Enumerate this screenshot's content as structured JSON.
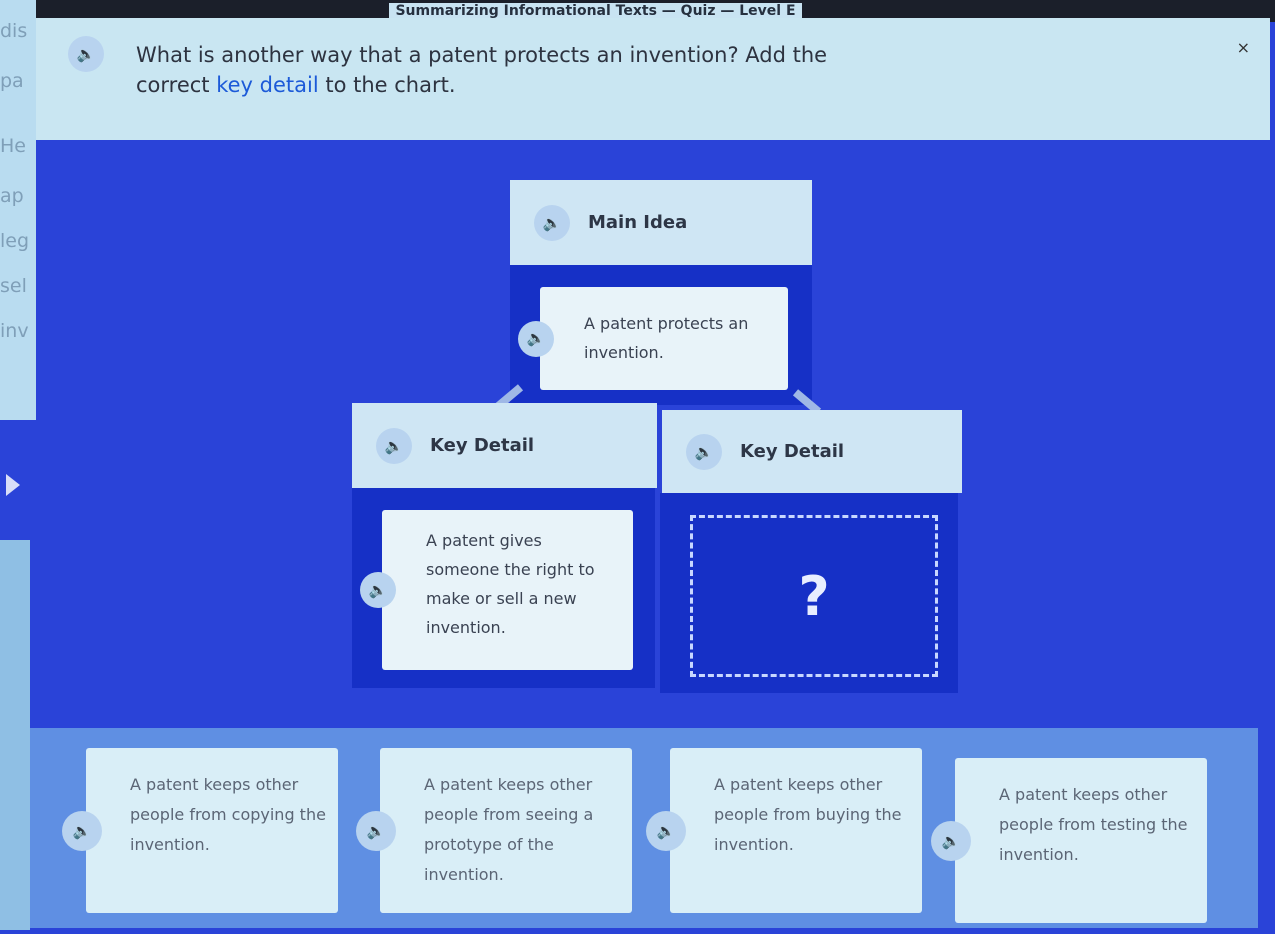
{
  "window": {
    "title": "Summarizing Informational Texts — Quiz — Level E",
    "close_label": "×"
  },
  "background_fragments": [
    "dis",
    "pa",
    "He",
    "ap",
    "leg",
    "sel",
    "inv"
  ],
  "question": {
    "part1": "What is another way that a patent protects an invention? Add the correct ",
    "highlight": "key detail",
    "part2": " to the chart."
  },
  "chart": {
    "main_idea": {
      "header": "Main Idea",
      "text": "A patent protects an invention."
    },
    "key_details": [
      {
        "header": "Key Detail",
        "text": "A patent gives someone the right to make or sell a new invention."
      },
      {
        "header": "Key Detail",
        "placeholder": "?"
      }
    ]
  },
  "answers": [
    "A patent keeps other people from copying the invention.",
    "A patent keeps other people from seeing a prototype of the invention.",
    "A patent keeps other people from buying the invention.",
    "A patent keeps other people from testing the invention."
  ],
  "icons": {
    "speaker": "speaker-icon",
    "next": "play-triangle-icon"
  },
  "colors": {
    "chart_blue": "#1630c6",
    "background_blue": "#2a43d8",
    "tray": "#5f8fe3",
    "highlight": "#1c5ad8"
  }
}
